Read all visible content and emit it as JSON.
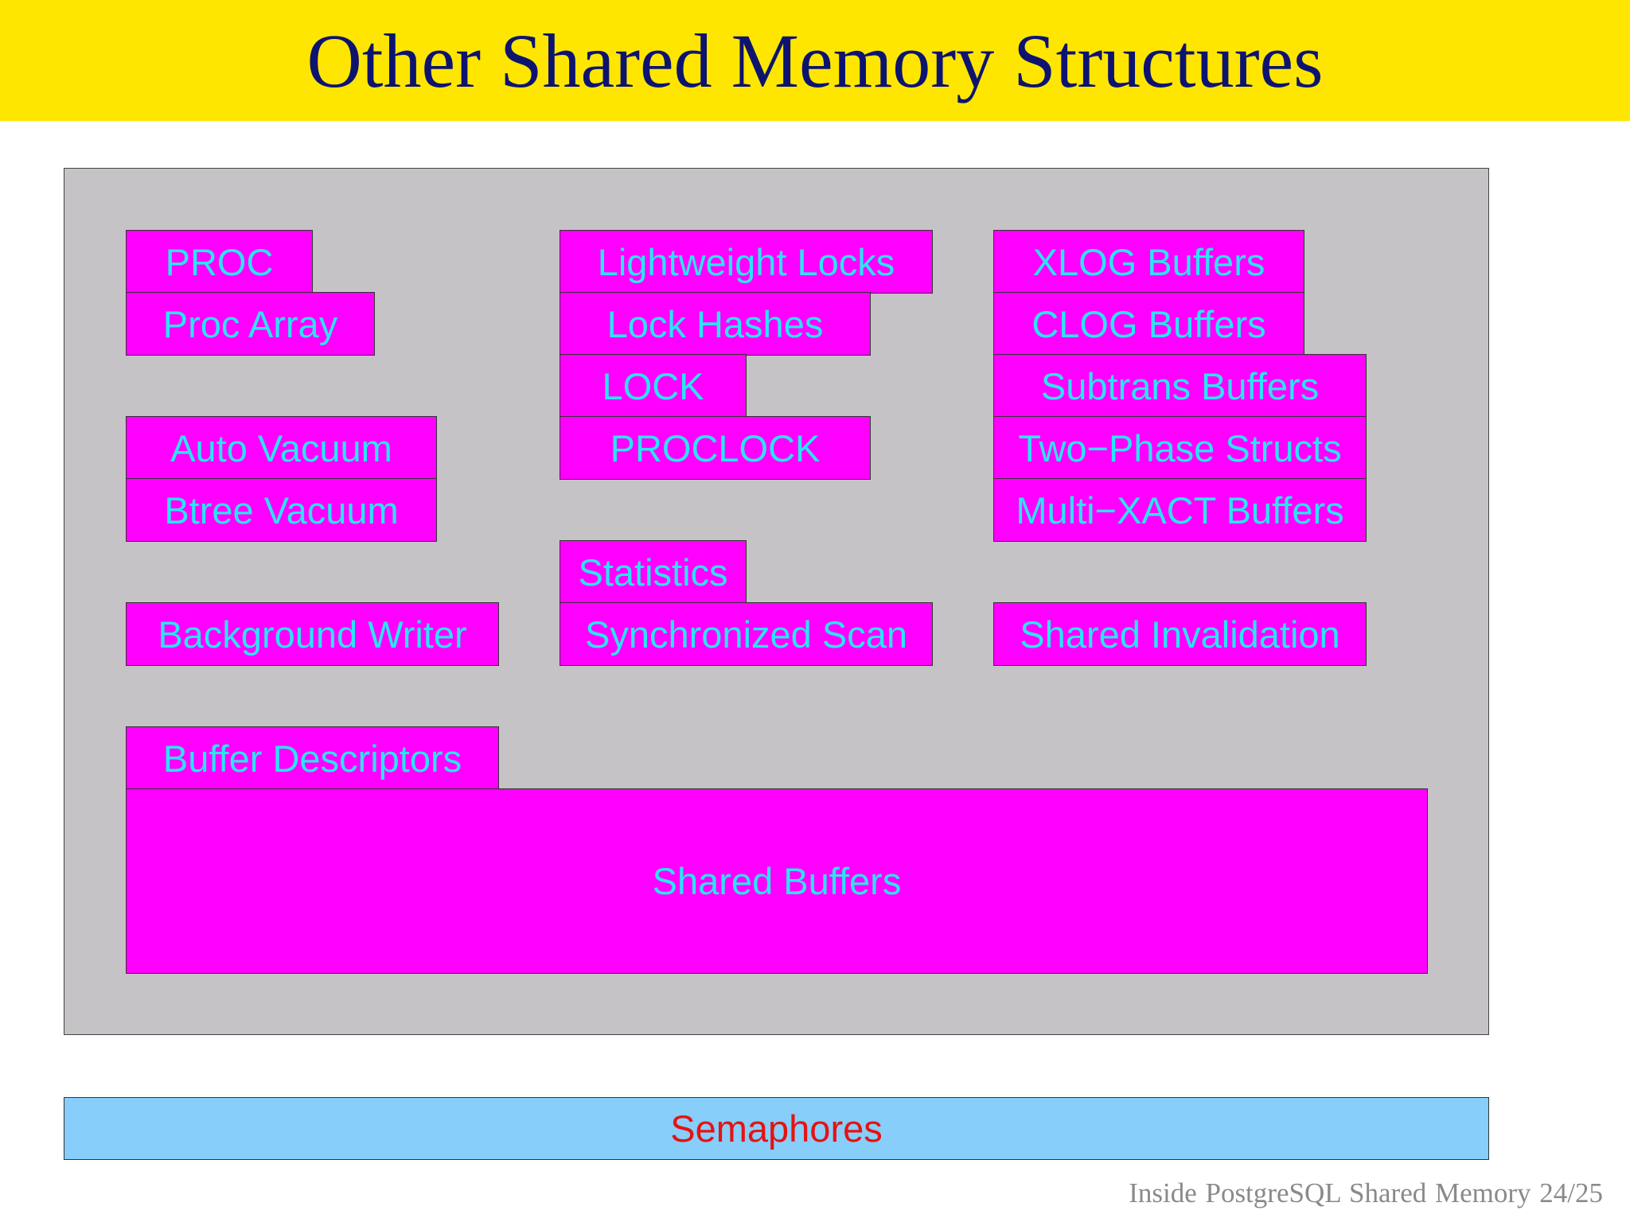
{
  "slide": {
    "title": "Other Shared Memory Structures",
    "footer": "Inside PostgreSQL Shared Memory  24/25"
  },
  "colors": {
    "title_bar": "#FFE600",
    "title_text": "#0D1470",
    "region_fill": "#C5C3C5",
    "block_fill": "#FF00FF",
    "block_text": "#29E5F5",
    "semaphore_fill": "#87CEFA",
    "semaphore_text": "#E61212"
  },
  "structures": {
    "proc": "PROC",
    "proc_array": "Proc Array",
    "auto_vacuum": "Auto Vacuum",
    "btree_vacuum": "Btree Vacuum",
    "background_writer": "Background Writer",
    "lightweight_locks": "Lightweight Locks",
    "lock_hashes": "Lock Hashes",
    "lock": "LOCK",
    "proclock": "PROCLOCK",
    "statistics": "Statistics",
    "synchronized_scan": "Synchronized Scan",
    "xlog_buffers": "XLOG Buffers",
    "clog_buffers": "CLOG Buffers",
    "subtrans_buffers": "Subtrans Buffers",
    "two_phase_structs": "Two−Phase Structs",
    "multi_xact_buffers": "Multi−XACT Buffers",
    "shared_invalidation": "Shared Invalidation",
    "buffer_descriptors": "Buffer Descriptors",
    "shared_buffers": "Shared Buffers"
  },
  "semaphores": "Semaphores"
}
